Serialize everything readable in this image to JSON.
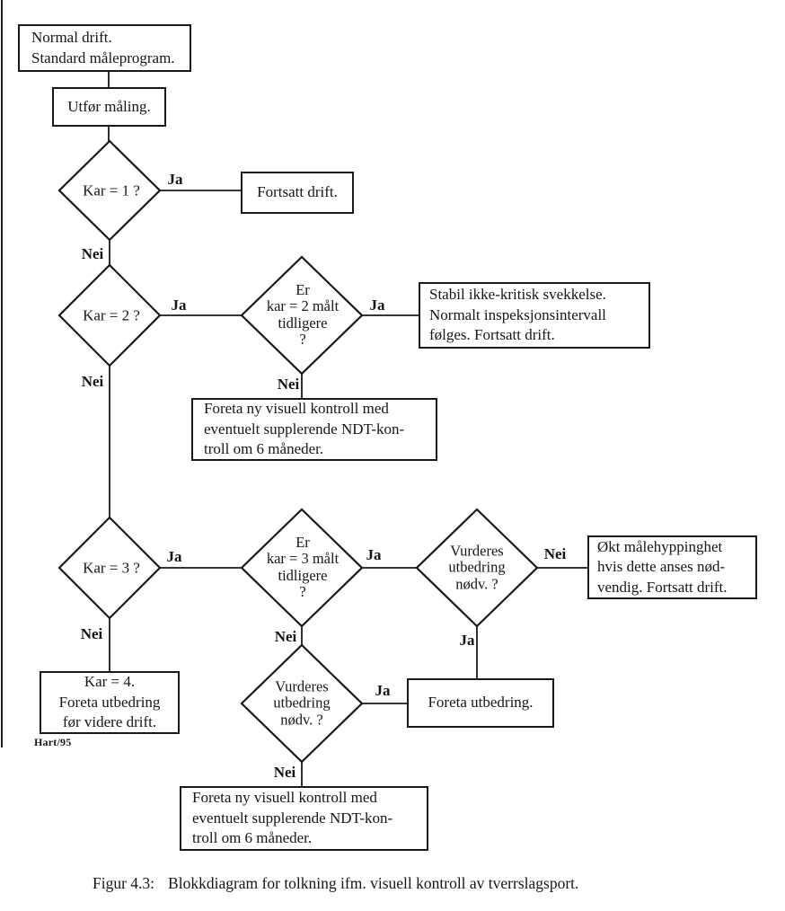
{
  "colors": {
    "ink": "#181818",
    "paper": "#ffffff"
  },
  "boxes": {
    "start": "Normal drift.\nStandard måleprogram.",
    "measure": "Utfør måling.",
    "continue1": "Fortsatt drift.",
    "stable": "Stabil ikke-kritisk svekkelse.\nNormalt inspeksjonsintervall\nfølges. Fortsatt drift.",
    "recheck1": "Foreta ny visuell kontroll med\neventuelt supplerende NDT-kon-\ntroll om 6 måneder.",
    "increase": "Økt målehyppinghet\nhvis dette anses nød-\nvendig. Fortsatt drift.",
    "repair": "Foreta utbedring.",
    "kar4": "Kar = 4.\nForeta utbedring\nfør videre drift.",
    "recheck2": "Foreta ny visuell kontroll med\neventuelt supplerende NDT-kon-\ntroll om 6 måneder."
  },
  "diamonds": {
    "kar1": "Kar = 1 ?",
    "kar2": "Kar = 2 ?",
    "kar3": "Kar = 3 ?",
    "er2": "Er\nkar = 2 målt\ntidligere\n?",
    "er3": "Er\nkar = 3 målt\ntidligere\n?",
    "vurd1": "Vurderes\nutbedring\nnødv. ?",
    "vurd2": "Vurderes\nutbedring\nnødv. ?"
  },
  "edge_labels": {
    "ja": "Ja",
    "nei": "Nei"
  },
  "credit": "Hart/95",
  "caption": {
    "label": "Figur 4.3:",
    "text": "Blokkdiagram for tolkning ifm. visuell kontroll av tverrslagsport."
  }
}
